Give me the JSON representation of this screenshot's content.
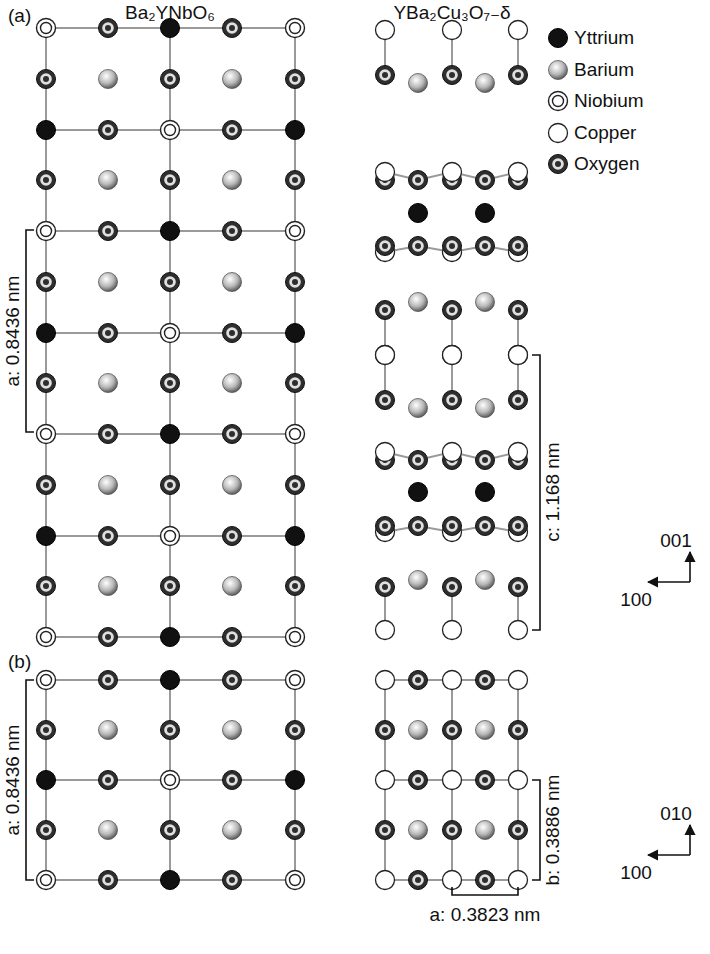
{
  "diagram": {
    "labels": [
      "(a)",
      "Ba₂YNbO₆",
      "YBa₂Cu₃O₇₋δ",
      "a: 0.8436 nm",
      "c: 1.168 nm",
      "001",
      "100",
      "(b)",
      "a: 0.8436 nm",
      "b: 0.3886 nm",
      "a: 0.3823 nm",
      "010",
      "100"
    ],
    "legend": [
      {
        "text": "Yttrium"
      },
      {
        "text": "Barium"
      },
      {
        "text": "Niobium"
      },
      {
        "text": "Copper"
      },
      {
        "text": "Oxygen"
      }
    ]
  }
}
